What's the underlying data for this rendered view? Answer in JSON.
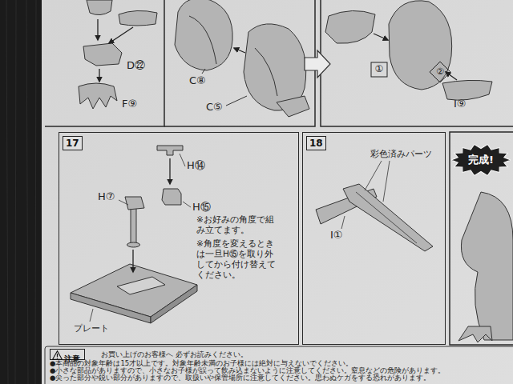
{
  "diagram": {
    "nodes": [
      {
        "text": [
          "17"
        ]
      },
      {
        "text": [
          "18"
        ]
      },
      {
        "text": [
          "完成!"
        ]
      },
      {
        "text": [
          "注意"
        ]
      }
    ],
    "labels": [
      "D㉒",
      "F⑨",
      "C⑧",
      "C⑤",
      "①",
      "②",
      "I⑨",
      "H⑭",
      "H⑦",
      "H⑮",
      "※お好みの角度で組み立てます。",
      "※角度を変えるときは一旦H⑮を取り外してから付け替えてください。",
      "プレート",
      "彩色済みパーツ",
      "I①",
      "お買い上げのお客様へ 必ずお読みください。",
      "●本商品の対象年齢は15才以上です。対象年齢未満のお子様には絶対に与えないでください。",
      "●小さな部品がありますので、小さなお子様が誤って飲み込まないように注意してください。窒息などの危険があります。",
      "●尖った部分や鋭い部分がありますので、取扱いや保管場所に注意してください。思わぬケガをする恐れがあります。"
    ]
  }
}
